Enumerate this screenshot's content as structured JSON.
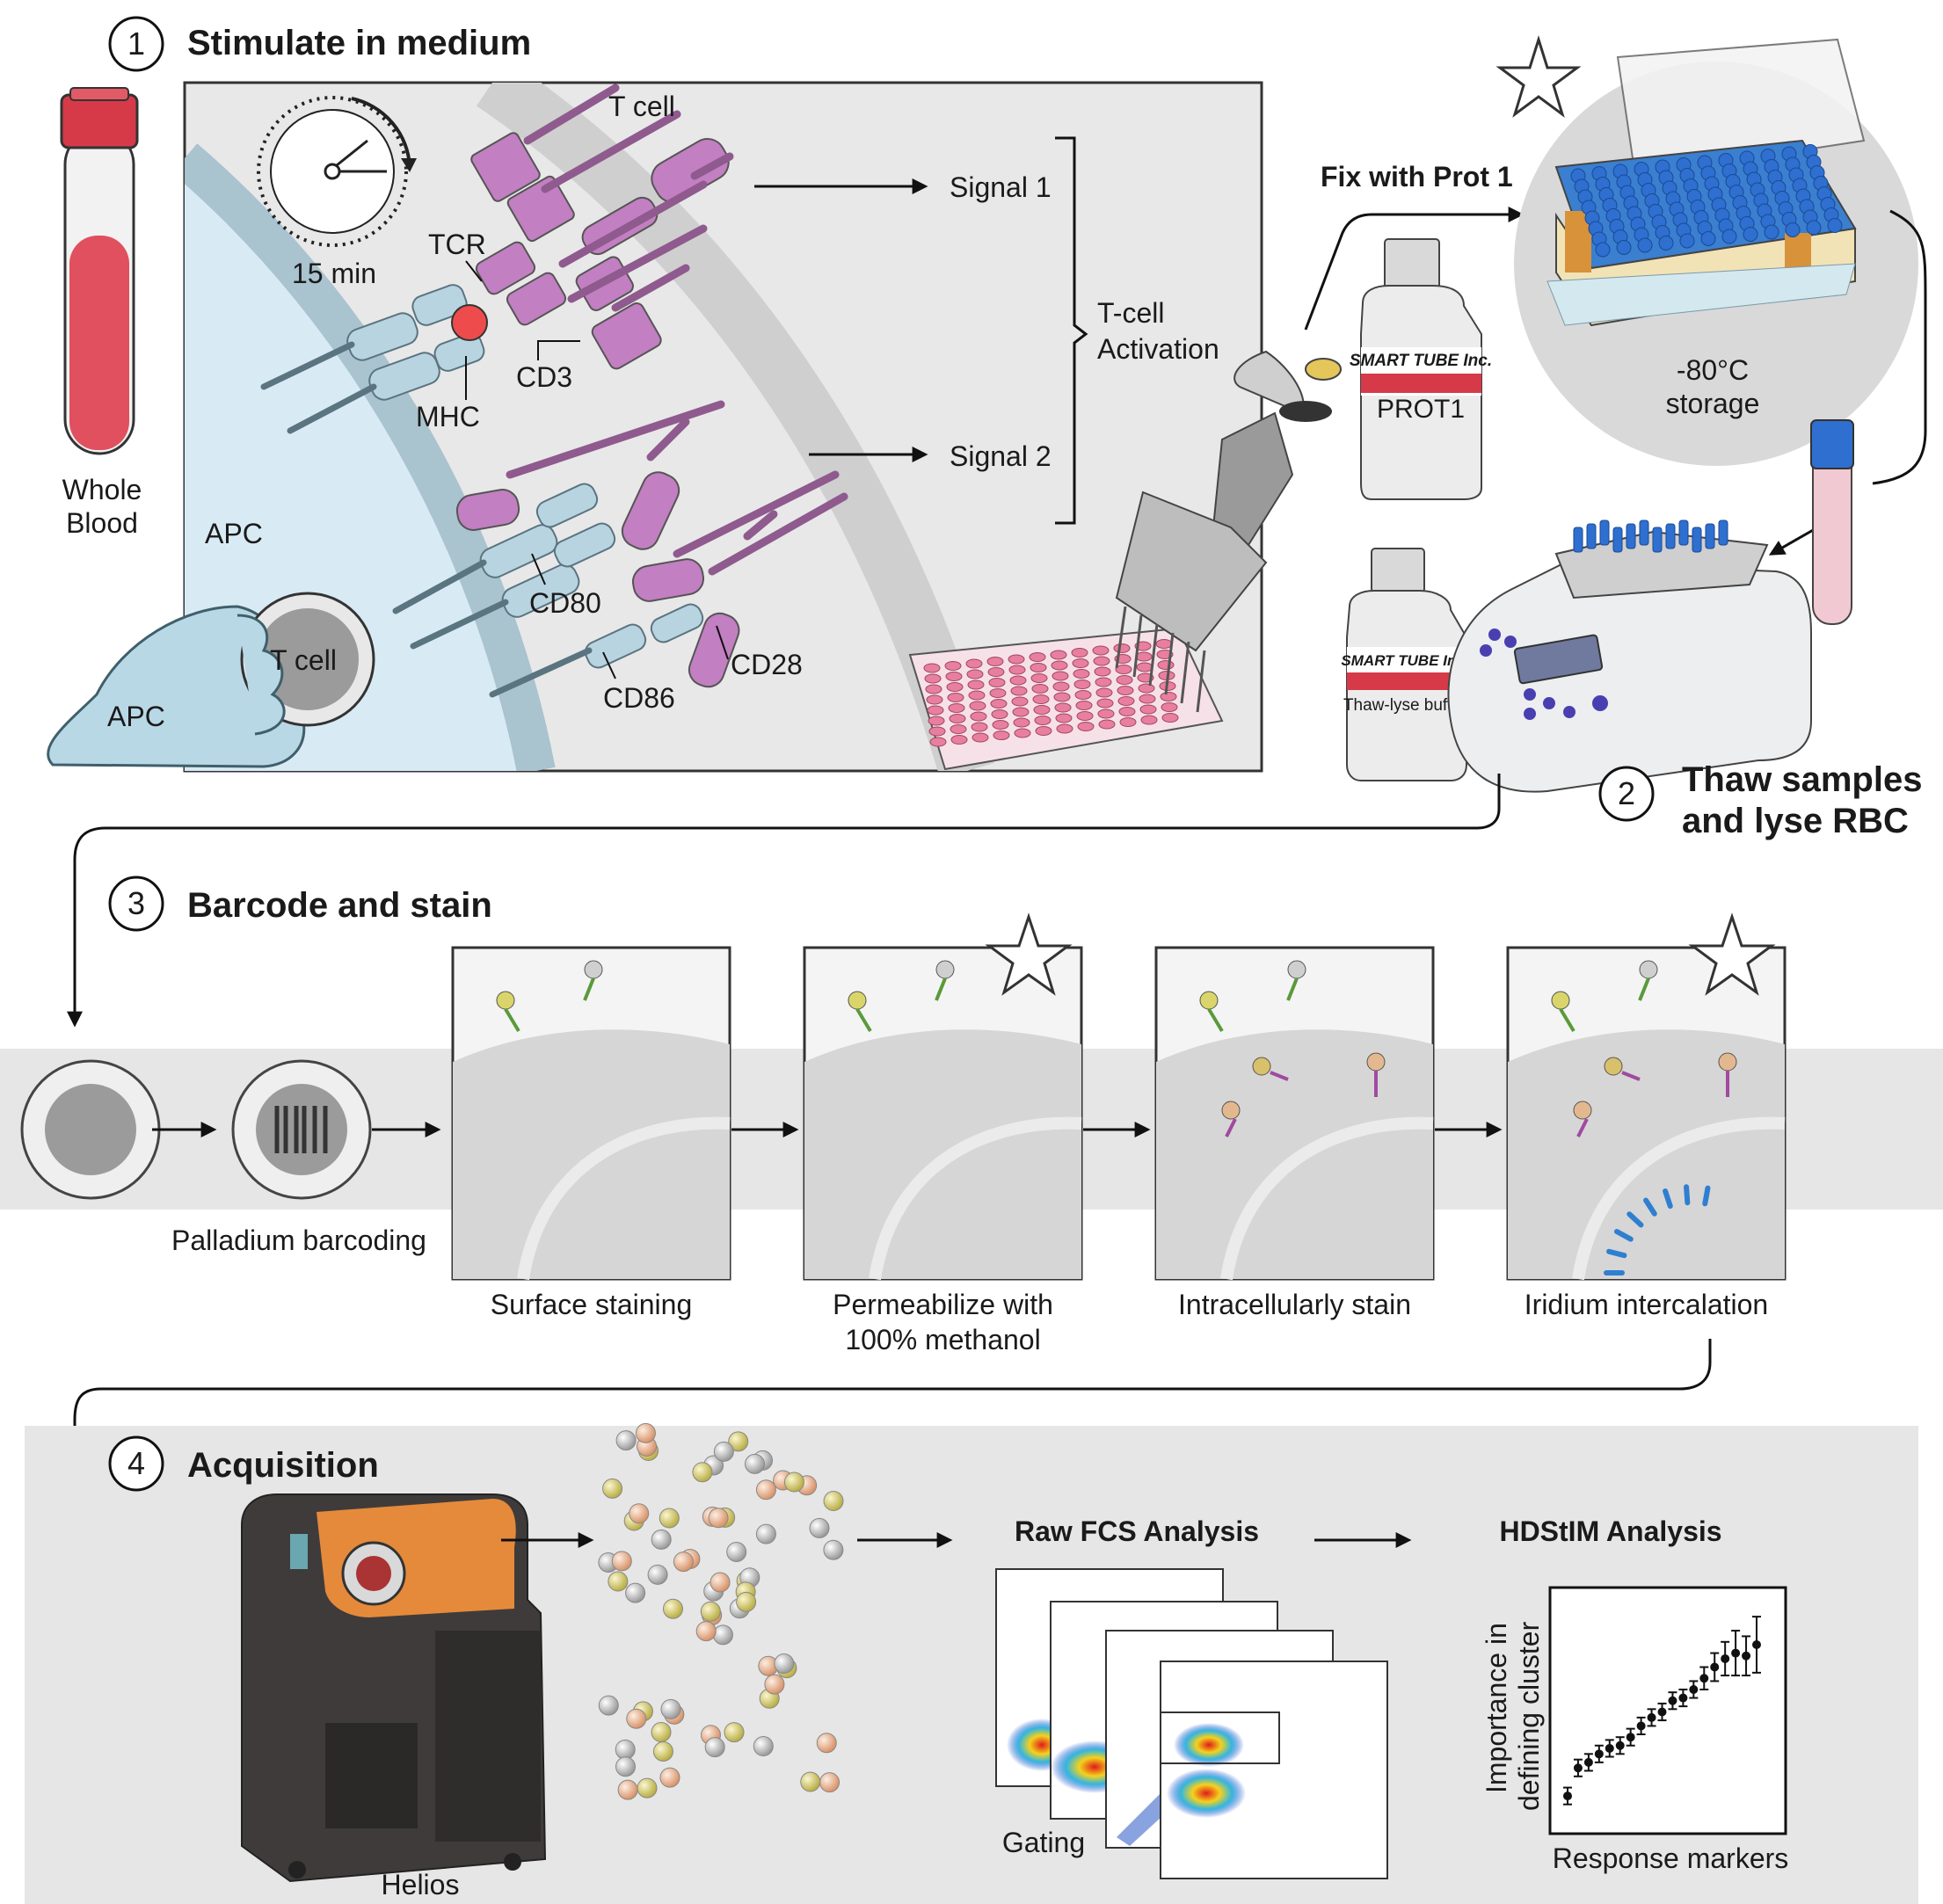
{
  "steps": {
    "s1": {
      "num": "1",
      "title": "Stimulate in medium"
    },
    "s2": {
      "num": "2",
      "title_line1": "Thaw samples",
      "title_line2": "and lyse RBC"
    },
    "s3": {
      "num": "3",
      "title": "Barcode and stain"
    },
    "s4": {
      "num": "4",
      "title": "Acquisition"
    }
  },
  "step1": {
    "whole_blood_line1": "Whole",
    "whole_blood_line2": "Blood",
    "time": "15 min",
    "apc_main": "APC",
    "apc_inset": "APC",
    "tcell_inset": "T cell",
    "tcell_top": "T cell",
    "tcr": "TCR",
    "mhc": "MHC",
    "cd3": "CD3",
    "cd80": "CD80",
    "cd86": "CD86",
    "cd28": "CD28",
    "signal1": "Signal 1",
    "signal2": "Signal 2",
    "activation_line1": "T-cell",
    "activation_line2": "Activation"
  },
  "fix": {
    "label": "Fix with Prot 1",
    "bottle_brand": "SMART TUBE Inc.",
    "bottle_name": "PROT1",
    "storage_line1": "-80°C",
    "storage_line2": "storage"
  },
  "thaw": {
    "bottle_brand": "SMART TUBE Inc.",
    "bottle_name": "Thaw-lyse buffer"
  },
  "step3": {
    "palladium": "Palladium barcoding",
    "panels": [
      {
        "label_line1": "Surface staining",
        "label_line2": ""
      },
      {
        "label_line1": "Permeabilize with",
        "label_line2": "100% methanol"
      },
      {
        "label_line1": "Intracellularly stain",
        "label_line2": ""
      },
      {
        "label_line1": "Iridium intercalation",
        "label_line2": ""
      }
    ]
  },
  "step4": {
    "instrument": "Helios",
    "raw_fcs": "Raw FCS Analysis",
    "gating": "Gating",
    "hdstim": "HDStIM Analysis",
    "ylabel_line1": "Importance in",
    "ylabel_line2": "defining cluster",
    "xlabel": "Response markers",
    "chart_data": {
      "type": "scatter",
      "title": "",
      "xlabel": "Response markers",
      "ylabel": "Importance in defining cluster",
      "points": [
        {
          "x": 1,
          "y": 0.1,
          "err": 0.03
        },
        {
          "x": 2,
          "y": 0.2,
          "err": 0.03
        },
        {
          "x": 3,
          "y": 0.22,
          "err": 0.03
        },
        {
          "x": 4,
          "y": 0.25,
          "err": 0.03
        },
        {
          "x": 5,
          "y": 0.27,
          "err": 0.03
        },
        {
          "x": 6,
          "y": 0.28,
          "err": 0.03
        },
        {
          "x": 7,
          "y": 0.31,
          "err": 0.03
        },
        {
          "x": 8,
          "y": 0.35,
          "err": 0.03
        },
        {
          "x": 9,
          "y": 0.38,
          "err": 0.03
        },
        {
          "x": 10,
          "y": 0.4,
          "err": 0.03
        },
        {
          "x": 11,
          "y": 0.44,
          "err": 0.03
        },
        {
          "x": 12,
          "y": 0.45,
          "err": 0.03
        },
        {
          "x": 13,
          "y": 0.48,
          "err": 0.03
        },
        {
          "x": 14,
          "y": 0.52,
          "err": 0.04
        },
        {
          "x": 15,
          "y": 0.56,
          "err": 0.05
        },
        {
          "x": 16,
          "y": 0.59,
          "err": 0.06
        },
        {
          "x": 17,
          "y": 0.61,
          "err": 0.08
        },
        {
          "x": 18,
          "y": 0.6,
          "err": 0.07
        },
        {
          "x": 19,
          "y": 0.64,
          "err": 0.1
        }
      ]
    }
  },
  "colors": {
    "purple": "#c27fc1",
    "lightblue": "#b8d4e0",
    "bluefill": "#d8ebf5",
    "gray_band": "#e6e6e6",
    "orange": "#e58a3a",
    "tube_red": "#e0505e",
    "accent_blue": "#2f7fd0"
  }
}
